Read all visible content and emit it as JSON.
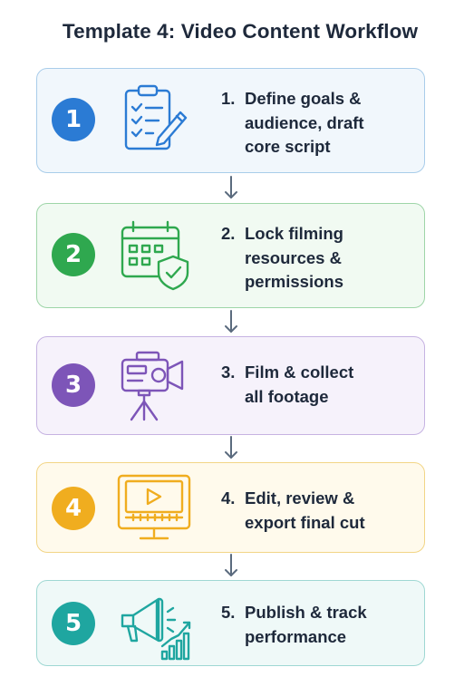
{
  "title": "Template 4: Video Content Workflow",
  "steps": [
    {
      "number": "1",
      "prefix": "1.",
      "lines": [
        "Define goals &",
        "audience, draft",
        "core script"
      ],
      "icon": "clipboard-checklist-icon",
      "accent": "#2b7bd4",
      "bg": "#f1f7fc",
      "border": "#a9cdea"
    },
    {
      "number": "2",
      "prefix": "2.",
      "lines": [
        "Lock filming",
        "resources &",
        "permissions"
      ],
      "icon": "calendar-shield-icon",
      "accent": "#2fa84f",
      "bg": "#f1faf2",
      "border": "#9ed5a8"
    },
    {
      "number": "3",
      "prefix": "3.",
      "lines": [
        "Film & collect",
        "all footage"
      ],
      "icon": "video-camera-icon",
      "accent": "#7d55b8",
      "bg": "#f6f2fb",
      "border": "#c6b3e2"
    },
    {
      "number": "4",
      "prefix": "4.",
      "lines": [
        "Edit, review &",
        "export final cut"
      ],
      "icon": "monitor-play-icon",
      "accent": "#f0ad1f",
      "bg": "#fffaec",
      "border": "#f2d586"
    },
    {
      "number": "5",
      "prefix": "5.",
      "lines": [
        "Publish & track",
        "performance"
      ],
      "icon": "megaphone-chart-icon",
      "accent": "#1fa6a0",
      "bg": "#eff9f8",
      "border": "#9fd8d3"
    }
  ]
}
